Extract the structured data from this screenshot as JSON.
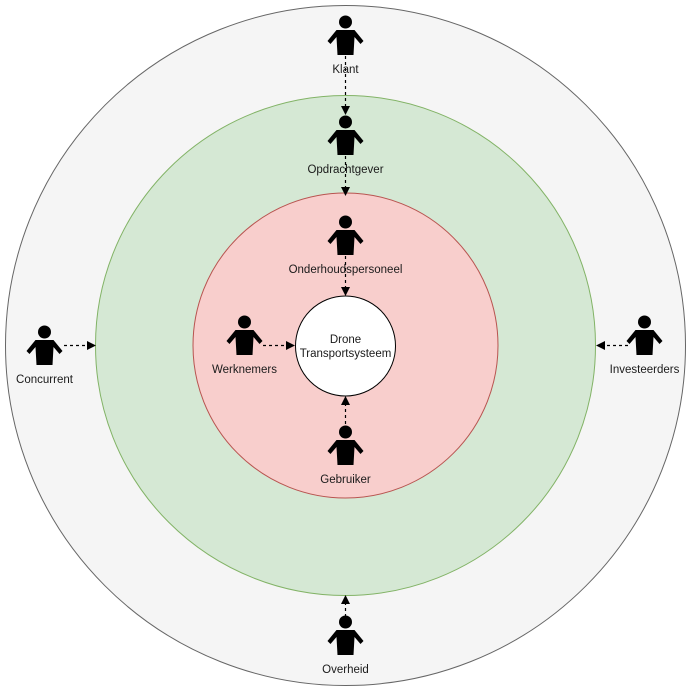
{
  "diagram": {
    "center": {
      "line1": "Drone",
      "line2": "Transportsysteem"
    },
    "rings": {
      "outer_fill": "#f5f5f5",
      "middle_fill": "#d5e8d4",
      "middle_stroke": "#82b366",
      "inner_fill": "#f8cecc",
      "inner_stroke": "#b85450"
    },
    "actors": {
      "klant": "Klant",
      "opdrachtgever": "Opdrachtgever",
      "onderhoudspersoneel": "Onderhoudspersoneel",
      "werknemers": "Werknemers",
      "gebruiker": "Gebruiker",
      "concurrent": "Concurrent",
      "investeerders": "Investeerders",
      "overheid": "Overheid"
    }
  }
}
